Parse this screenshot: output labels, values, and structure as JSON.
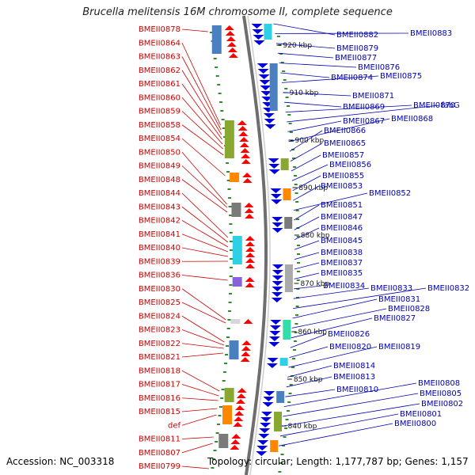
{
  "title": "Brucella melitensis 16M chromosome II, complete sequence",
  "accession_text": "Accession: NC_003318",
  "topology_text": "Topology: circular; Length: 1,177,787 bp; Genes: 1,157",
  "colors": {
    "forward_strand": "#ff0000",
    "reverse_strand": "#0000dd",
    "left_label": "#cc0000",
    "right_label": "#0000b0",
    "gc_dots": "#2e8b2e",
    "backbone": "#888888"
  },
  "ticks": [
    "920 kbp",
    "910 kbp",
    "900 kbp",
    "890 kbp",
    "880 kbp",
    "870 kbp",
    "860 kbp",
    "850 kbp",
    "840 kbp"
  ],
  "left_labels": [
    "BMEII0878",
    "BMEII0864",
    "BMEII0863",
    "BMEII0862",
    "BMEII0861",
    "BMEII0860",
    "BMEII0859",
    "BMEII0858",
    "BMEII0854",
    "BMEII0850",
    "BMEII0849",
    "BMEII0848",
    "BMEII0844",
    "BMEII0843",
    "BMEII0842",
    "BMEII0841",
    "BMEII0840",
    "BMEII0839",
    "BMEII0836",
    "BMEII0830",
    "BMEII0825",
    "BMEII0824",
    "BMEII0823",
    "BMEII0822",
    "BMEII0821",
    "BMEII0818",
    "BMEII0817",
    "BMEII0816",
    "BMEII0815",
    "def",
    "BMEII0811",
    "BMEII0807",
    "BMEII0799"
  ],
  "right_labels": [
    "BMEII0882",
    "BMEII0883",
    "BMEII0879",
    "BMEII0877",
    "BMEII0876",
    "BMEII0874",
    "BMEII0875",
    "BMEII0871",
    "BMEII0869",
    "BMEII0870",
    "fabG",
    "BMEII0867",
    "BMEII0868",
    "BMEII0866",
    "BMEII0865",
    "BMEII0857",
    "BMEII0856",
    "BMEII0855",
    "BMEII0853",
    "BMEII0852",
    "BMEII0851",
    "BMEII0847",
    "BMEII0846",
    "BMEII0845",
    "BMEII0838",
    "BMEII0837",
    "BMEII0835",
    "BMEII0834",
    "BMEII0833",
    "BMEII0832",
    "BMEII0831",
    "BMEII0828",
    "BMEII0827",
    "BMEII0826",
    "BMEII0820",
    "BMEII0819",
    "BMEII0814",
    "BMEII0813",
    "BMEII0810",
    "BMEII0808",
    "BMEII0805",
    "BMEII0802",
    "BMEII0801",
    "BMEII0800"
  ]
}
